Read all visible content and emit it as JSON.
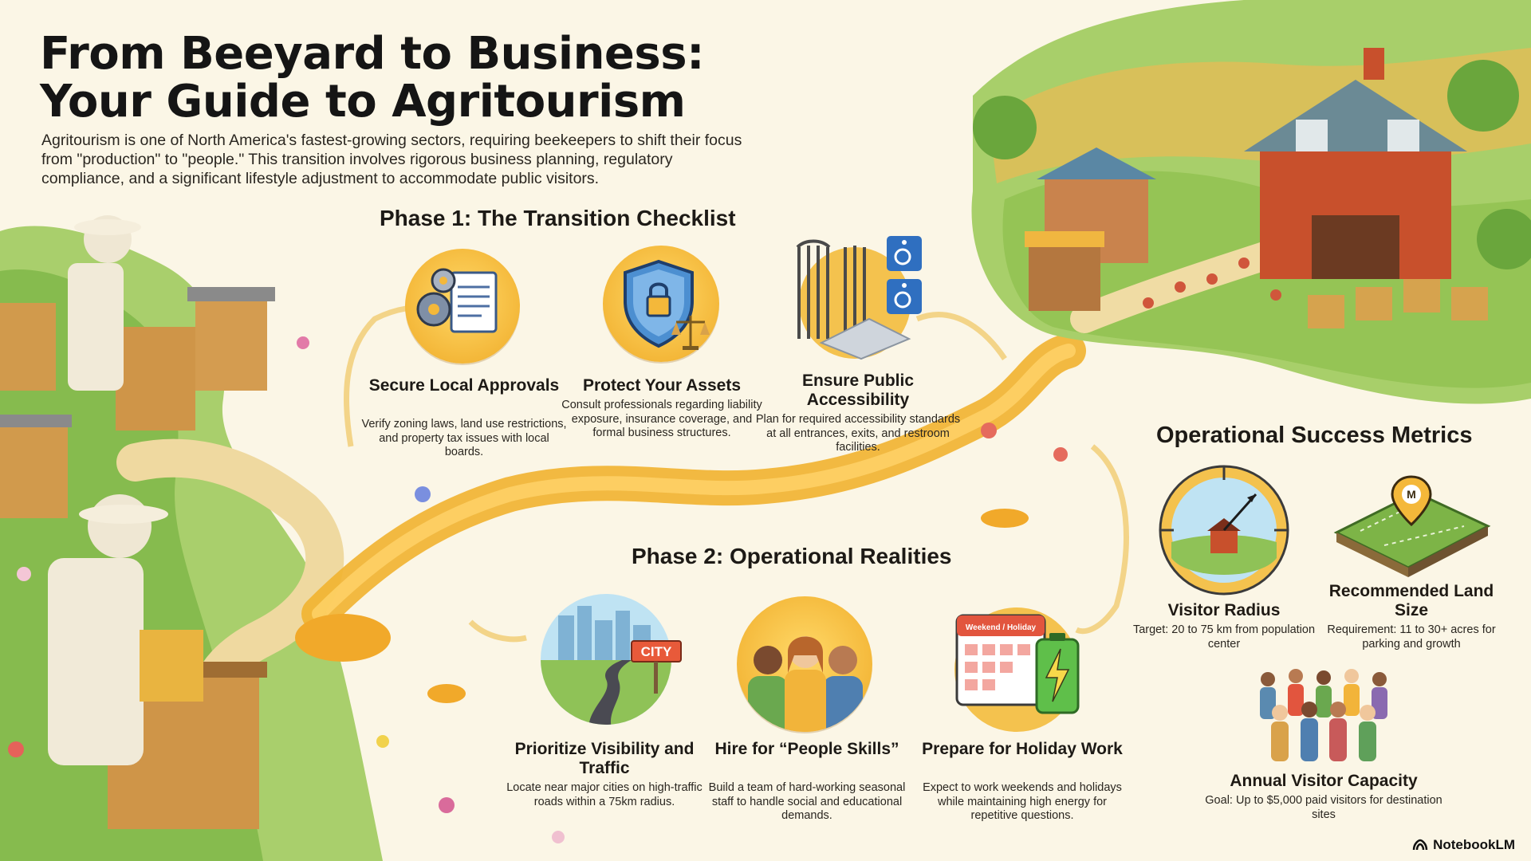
{
  "header": {
    "title_line1": "From Beeyard to Business:",
    "title_line2": "Your Guide to Agritourism",
    "intro": "Agritourism is one of North America's fastest-growing sectors, requiring beekeepers to shift their focus from \"production\" to \"people.\" This transition involves rigorous business planning, regulatory compliance, and a significant lifestyle adjustment to accommodate public visitors."
  },
  "phase1": {
    "title": "Phase 1: The Transition Checklist",
    "cards": [
      {
        "title": "Secure Local Approvals",
        "desc": "Verify zoning laws, land use restrictions, and property tax issues with local boards.",
        "icon": "document-gears-icon"
      },
      {
        "title": "Protect Your Assets",
        "desc": "Consult professionals regarding liability exposure, insurance coverage, and formal business structures.",
        "icon": "shield-lock-icon"
      },
      {
        "title": "Ensure Public Accessibility",
        "desc": "Plan for required accessibility standards at all entrances, exits, and restroom facilities.",
        "icon": "accessible-gate-icon"
      }
    ]
  },
  "phase2": {
    "title": "Phase 2: Operational Realities",
    "cards": [
      {
        "title": "Prioritize Visibility and Traffic",
        "desc": "Locate near major cities on high-traffic roads within a 75km radius.",
        "icon": "city-road-icon",
        "sign": "CITY"
      },
      {
        "title": "Hire for “People Skills”",
        "desc": "Build a team of hard-working seasonal staff to handle social and educational demands.",
        "icon": "staff-team-icon"
      },
      {
        "title": "Prepare for Holiday Work",
        "desc": "Expect to work weekends and holidays while maintaining high energy for repetitive questions.",
        "icon": "calendar-battery-icon",
        "calendar_label": "Weekend / Holiday"
      }
    ]
  },
  "metrics": {
    "title": "Operational Success Metrics",
    "items": [
      {
        "title": "Visitor Radius",
        "desc": "Target: 20 to 75 km from population center",
        "icon": "radius-barn-icon"
      },
      {
        "title": "Recommended Land Size",
        "desc": "Requirement: 11 to 30+ acres for parking and growth",
        "icon": "land-map-pin-icon",
        "pin": "M"
      },
      {
        "title": "Annual Visitor Capacity",
        "desc": "Goal: Up to $5,000 paid visitors for destination sites",
        "icon": "crowd-icon"
      }
    ]
  },
  "brand": "NotebookLM",
  "colors": {
    "honey": "#f4b83a",
    "honey_dark": "#e39a1d",
    "background": "#fbf6e6",
    "grass": "#7db447",
    "barn": "#c8502c"
  }
}
